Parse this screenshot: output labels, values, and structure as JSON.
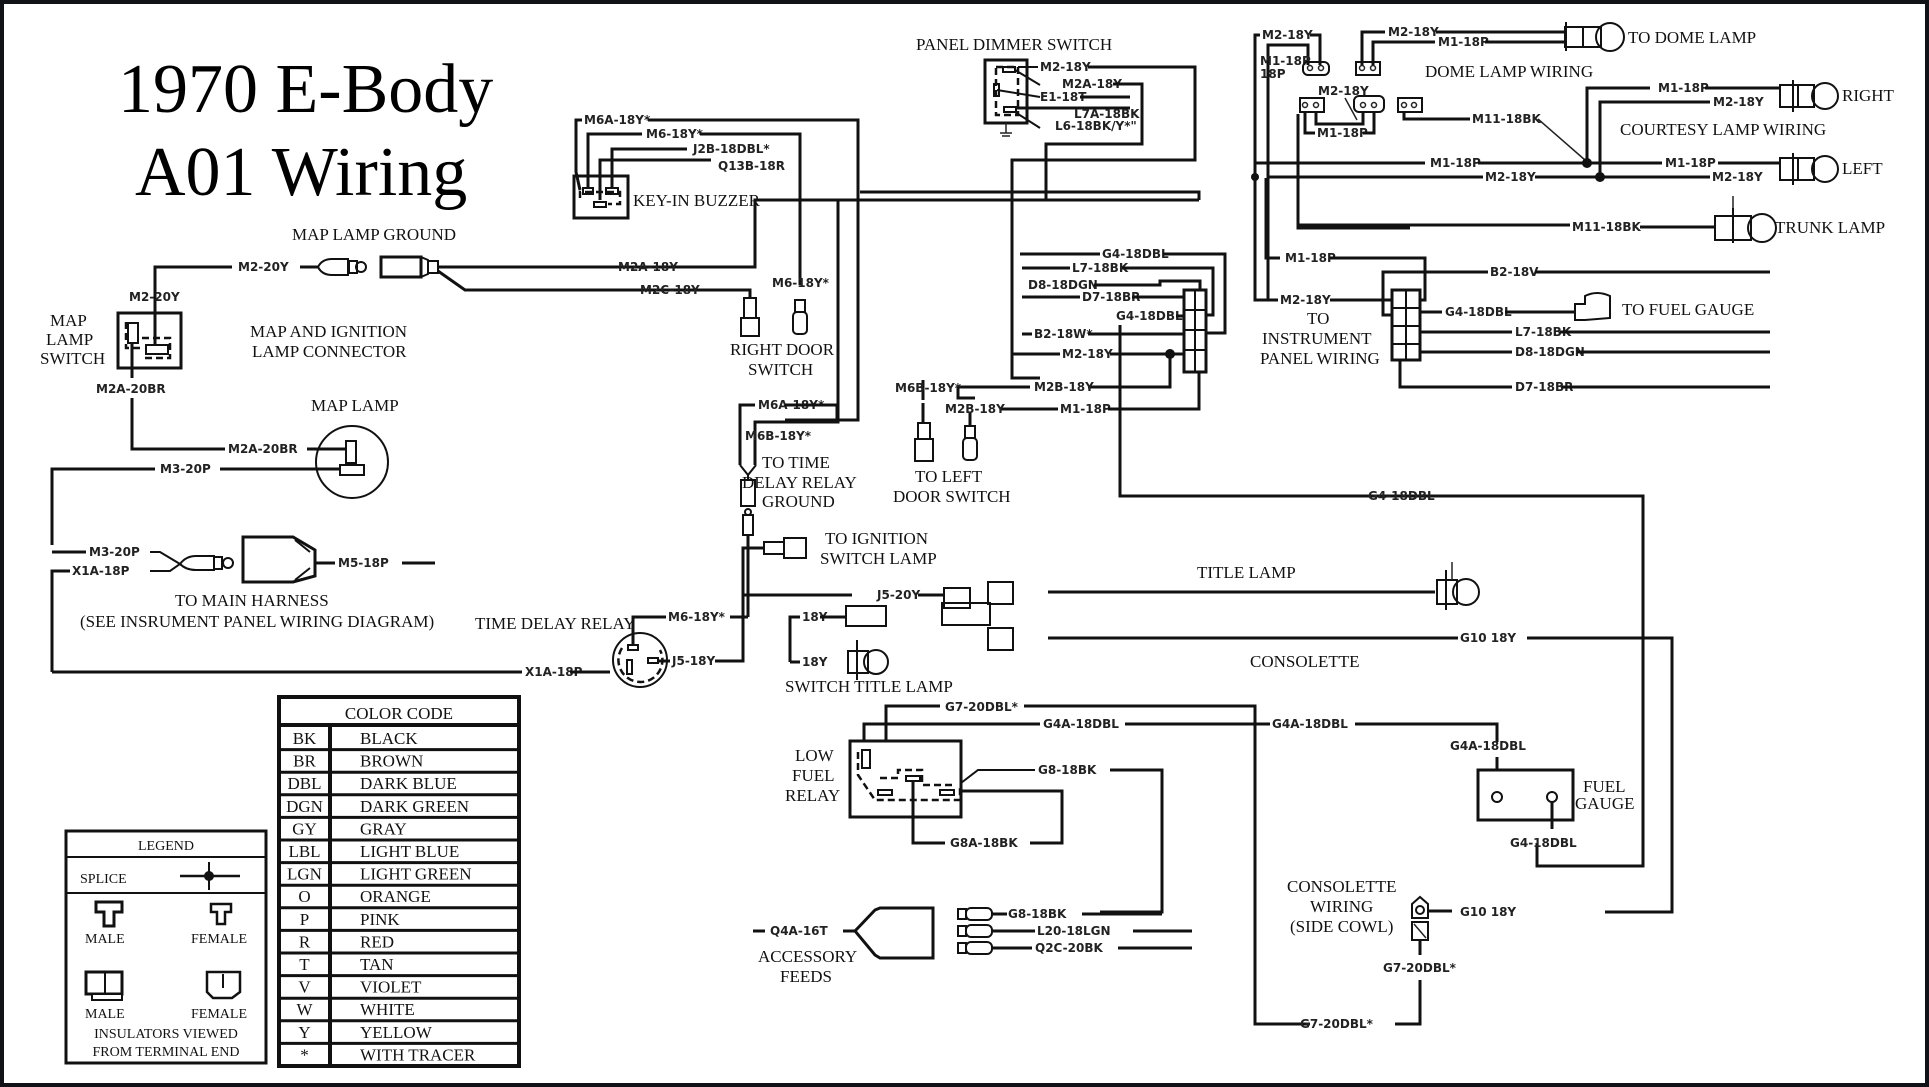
{
  "title": {
    "line1": "1970 E-Body",
    "line2": "A01 Wiring"
  },
  "captions": {
    "map_lamp_ground": "MAP LAMP GROUND",
    "map_lamp_switch": [
      "MAP",
      "LAMP",
      "SWITCH"
    ],
    "map_ignition_connector": [
      "MAP AND IGNITION",
      "LAMP CONNECTOR"
    ],
    "map_lamp": "MAP LAMP",
    "main_harness": [
      "TO MAIN HARNESS",
      "(SEE INSRUMENT PANEL WIRING DIAGRAM)"
    ],
    "key_in_buzzer": "KEY-IN BUZZER",
    "right_door_switch": [
      "RIGHT DOOR",
      "SWITCH"
    ],
    "panel_dimmer_switch": "PANEL DIMMER SWITCH",
    "time_delay_ground": [
      "TO TIME",
      "DELAY RELAY",
      "GROUND"
    ],
    "left_door_switch": [
      "TO LEFT",
      "DOOR SWITCH"
    ],
    "ignition_switch_lamp": [
      "TO IGNITION",
      "SWITCH LAMP"
    ],
    "time_delay_relay": "TIME DELAY RELAY",
    "switch_title_lamp": "SWITCH TITLE LAMP",
    "title_lamp": "TITLE LAMP",
    "consolette": "CONSOLETTE",
    "low_fuel_relay": [
      "LOW",
      "FUEL",
      "RELAY"
    ],
    "accessory_feeds": [
      "ACCESSORY",
      "FEEDS"
    ],
    "fuel_gauge": [
      "FUEL",
      "GAUGE"
    ],
    "consolette_wiring": [
      "CONSOLETTE",
      "WIRING",
      "(SIDE COWL)"
    ],
    "to_dome_lamp": "TO DOME LAMP",
    "dome_lamp_wiring": "DOME LAMP WIRING",
    "right": "RIGHT",
    "courtesy_lamp_wiring": "COURTESY LAMP WIRING",
    "left": "LEFT",
    "trunk_lamp": "TRUNK LAMP",
    "to_fuel_gauge": "TO FUEL GAUGE",
    "instrument_panel_wiring": [
      "TO",
      "INSTRUMENT",
      "PANEL WIRING"
    ]
  },
  "wires": {
    "m2_20y_a": "M2-20Y",
    "m2_20y_b": "M2-20Y",
    "m2a_20br_a": "M2A-20BR",
    "m2a_20br_b": "M2A-20BR",
    "m3_20p_a": "M3-20P",
    "m3_20p_b": "M3-20P",
    "x1a_18p_a": "X1A-18P",
    "x1a_18p_b": "X1A-18P",
    "m5_18p": "M5-18P",
    "m2a_18y": "M2A-18Y",
    "m2c_18y": "M2C-18Y",
    "m6a_18y_a": "M6A-18Y*",
    "m6_18y_a": "M6-18Y*",
    "j2b_18dbl": "J2B-18DBL*",
    "q13b_18r": "Q13B-18R",
    "m6_18y_b": "M6-18Y*",
    "m6a_18y_b": "M6A-18Y*",
    "m6b_18y_a": "M6B-18Y*",
    "m6b_18y_b": "M6B-18Y*",
    "m2b_18y_a": "M2B-18Y",
    "m6_18y_c": "M6-18Y*",
    "j5_18y": "J5-18Y",
    "j5_20y": "J5-20Y",
    "y18_a": "18Y",
    "y18_b": "18Y",
    "pd_m2_18y": "M2-18Y",
    "pd_m2a_18y": "M2A-18Y",
    "pd_e1_18t": "E1-18T",
    "pd_l7a_18bk": "L7A-18BK",
    "pd_l6_18bk": "L6-18BK/Y*\"",
    "c_g4_18dbl_a": "G4-18DBL",
    "c_l7_18bk": "L7-18BK",
    "c_d8_18dgn": "D8-18DGN",
    "c_d7_18br": "D7-18BR",
    "c_g4_18dbl_b": "G4-18DBL",
    "c_b2_18w": "B2-18W*",
    "c_m2_18y": "M2-18Y",
    "c_m2b_18y": "M2B-18Y",
    "c_m1_18p": "M1-18P",
    "g4_18dbl_long": "G4-18DBL",
    "g10_18y_a": "G10 18Y",
    "g10_18y_b": "G10 18Y",
    "g7_20dbl_a": "G7-20DBL*",
    "g7_20dbl_b": "G7-20DBL*",
    "g7_20dbl_c": "G7-20DBL*",
    "g4a_18dbl_a": "G4A-18DBL",
    "g4a_18dbl_b": "G4A-18DBL",
    "g4a_18dbl_c": "G4A-18DBL",
    "g4_18dbl_fg": "G4-18DBL",
    "g8_18bk_a": "G8-18BK",
    "g8a_18bk": "G8A-18BK",
    "g8_18bk_b": "G8-18BK",
    "l20_18lgn": "L20-18LGN",
    "q2c_20bk": "Q2C-20BK",
    "q4a_16t": "Q4A-16T",
    "d_m2_18y_a": "M2-18Y",
    "d_m1_18p_a": "M1-18P",
    "d_m2_18y_b": "M2-18Y",
    "d_m1_18p_b": "M1-18P",
    "d_m2_18y_c": "M2-18Y",
    "d_m1_18p_c": "M1-18P",
    "d_m11_18bk_a": "M11-18BK",
    "d_m1_18p_main": "M1-18P",
    "d_m2_18y_main": "M2-18Y",
    "d_m1_18p_right": "M1-18P",
    "d_m2_18y_right": "M2-18Y",
    "d_m1_18p_left": "M1-18P",
    "d_m2_18y_left": "M2-18Y",
    "d_m11_18bk_b": "M11-18BK",
    "i_m1_18p": "M1-18P",
    "i_m2_18y": "M2-18Y",
    "i_b2_18v": "B2-18V",
    "i_g4_18dbl": "G4-18DBL",
    "i_l7_18bk": "L7-18BK",
    "i_d8_18dgn": "D8-18DGN",
    "i_d7_18br": "D7-18BR"
  },
  "color_code": {
    "header": "COLOR  CODE",
    "rows": [
      [
        "BK",
        "BLACK"
      ],
      [
        "BR",
        "BROWN"
      ],
      [
        "DBL",
        "DARK BLUE"
      ],
      [
        "DGN",
        "DARK GREEN"
      ],
      [
        "GY",
        "GRAY"
      ],
      [
        "LBL",
        "LIGHT BLUE"
      ],
      [
        "LGN",
        "LIGHT GREEN"
      ],
      [
        "O",
        "ORANGE"
      ],
      [
        "P",
        "PINK"
      ],
      [
        "R",
        "RED"
      ],
      [
        "T",
        "TAN"
      ],
      [
        "V",
        "VIOLET"
      ],
      [
        "W",
        "WHITE"
      ],
      [
        "Y",
        "YELLOW"
      ],
      [
        "*",
        "WITH TRACER"
      ]
    ]
  },
  "legend": {
    "header": "LEGEND",
    "splice": "SPLICE",
    "male_1": "MALE",
    "female_1": "FEMALE",
    "male_2": "MALE",
    "female_2": "FEMALE",
    "note": [
      "INSULATORS VIEWED",
      "FROM TERMINAL END"
    ]
  }
}
